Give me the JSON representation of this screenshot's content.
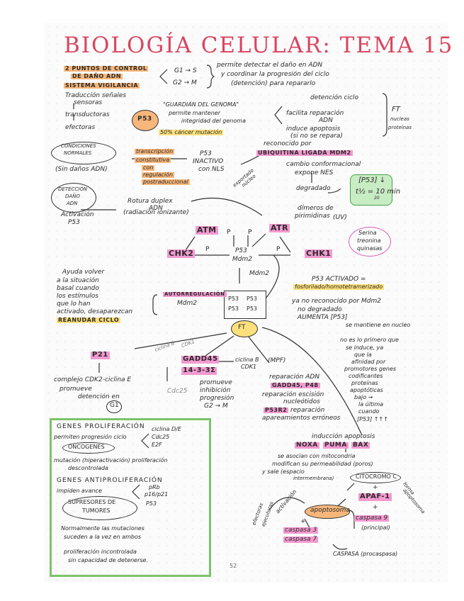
{
  "title": "BIOLOGÍA CELULAR: TEMA 15",
  "header": {
    "line1": "2 PUNTOS de CONTROL",
    "line2": "DE DAÑO ADN",
    "line3": "SISTEMA VIGILANCIA",
    "g1s": "G1 → S",
    "g2m": "G2 → M",
    "desc1": "permite detectar el daño en ADN",
    "desc2": "y coordinar la progresión del ciclo",
    "desc3": "(detención) para repararlo"
  },
  "signal": {
    "l1": "Traducción señales",
    "l2": "sensoras",
    "l3": "transductoras",
    "l4": "efectoras"
  },
  "p53": {
    "label": "P53",
    "g1": "\"GUARDIÁN DEL GENOMA\"",
    "g2": "permite mantener",
    "g3": "integridad del genoma",
    "g4": "50% cáncer mutación",
    "o1": "detención ciclo",
    "o2": "facilita reparación",
    "o2b": "ADN",
    "o3": "induce apoptosis",
    "o3b": "(si no se repara)",
    "ft1": "FT",
    "ft2": "nucleas",
    "ft3": "proteínas"
  },
  "normal": {
    "c1": "CONDICIONES",
    "c2": "NORMALES",
    "c3": "(Sin daños ADN)",
    "t1": "transcripción",
    "t2": "constitutiva",
    "t3": "con",
    "t4": "regulación",
    "t5": "postraduccional",
    "p1": "P53",
    "p2": "INACTIVO",
    "p3": "con NLS",
    "exp1": "exportado",
    "exp2": "núcleo",
    "r1": "reconocido por",
    "r2": "UBIQUITINA LIGADA Mdm2",
    "r3": "cambio conformacional",
    "r4": "expone NES",
    "r5": "degradado",
    "half1": "[P53] ↓",
    "half2": "t½ = 10 min",
    "half3": "20"
  },
  "detect": {
    "d1": "DETECCIÓN",
    "d2": "DAÑO",
    "d3": "ADN",
    "d4": "Activación",
    "d5": "P53",
    "rot1": "Rotura duplex",
    "rot2": "ADN",
    "rot3": "(radiación ionizante)",
    "dim1": "dímeros de",
    "dim2": "pirimidinas",
    "dim3": "(UV)",
    "atm": "ATM",
    "atr": "ATR",
    "chk2": "Chk2",
    "chk1": "Chk1",
    "p": "P",
    "p53": "P53",
    "mdm2": "Mdm2",
    "sk1": "Serina",
    "sk2": "treonina",
    "sk3": "quinasas",
    "mdm2b": "Mdm2"
  },
  "tetramer": {
    "cell": "P53",
    "ft": "FT",
    "ap1": "Ayuda volver",
    "ap2": "a la situación",
    "ap3": "basal cuando",
    "ap4": "los estímulos",
    "ap5": "que lo han",
    "ap6": "activado, desaparezcan",
    "ap7": "REANUDAR CICLO",
    "auto1": "AUTORREGULACIÓN",
    "auto2": "Mdm2",
    "act1": "P53 ACTIVADO =",
    "act2": "fosforilado/homotetramerizado",
    "act3": "ya no reconocido por Mdm2",
    "act4": "no degradado",
    "act5": "AUMENTA [P53]",
    "act6": "se mantiene en nucleo"
  },
  "effects": {
    "p21": "P21",
    "p21a": "complejo CDK2-ciclina E",
    "p21b": "promueve",
    "p21c": "detención en",
    "p21d": "G1",
    "cicB": "ciclina B",
    "cdk1a": "CDK1",
    "gadd": "GADD45",
    "g1433": "14-3-3σ",
    "cdc25": "Cdc25",
    "ciclina": "ciclina B",
    "cdk1": "CDK1",
    "mpf": "(MPF)",
    "prom1": "promueve",
    "prom2": "inhibición",
    "prom3": "progresión",
    "prom4": "G2 → M",
    "rep1": "reparación ADN",
    "rep2": "GADD45, P48",
    "rep3": "reparación escisión",
    "rep4": "nucleótidos",
    "rep5": "P53R2",
    "rep6": "reparación",
    "rep7": "apareamientos erróneos",
    "ni1": "no es lo primero que",
    "ni2": "se induce, ya",
    "ni3": "que la",
    "ni4": "afinidad por",
    "ni5": "promotores genes",
    "ni6": "codificantes",
    "ni7": "proteínas",
    "ni8": "apoptóticas",
    "ni9": "bajo →",
    "ni10": "la última",
    "ni11": "cuando",
    "ni12": "[P53] ↑↑↑"
  },
  "genes": {
    "g1": "GENES PROLIFERACIÓN",
    "g2": "permiten progresión ciclo",
    "g3": "ONCOGENES",
    "g4": "ciclina D/E",
    "g5": "Cdc25",
    "g6": "E2F",
    "g7": "mutación (hiperactivación) proliferación",
    "g8": "descontrolada",
    "a1": "GENES ANTIPROLIFERACIÓN",
    "a2": "impiden avance",
    "a3": "pRb",
    "a4": "p16/p21",
    "a5": "P53",
    "a6": "SUPRESORES DE",
    "a7": "TUMORES",
    "n1": "Normalmente las mutaciones",
    "n2": "suceden a la vez en ambos",
    "n3": "proliferación incontrolada",
    "n4": "sin capacidad de detenerse."
  },
  "apoptosis": {
    "i1": "inducción apoptosis",
    "noxa": "NOXA",
    "puma": "PUMA",
    "bax": "Bax",
    "i2": "se asocian con mitocondria",
    "i3": "modifican su permeabilidad (poros)",
    "i4": "y sale (espacio",
    "i5": "intermembrana)",
    "cito": "CITOCROMO C",
    "plus": "+",
    "apaf": "Apaf-1",
    "casp9": "caspasa 9",
    "princ": "(principal)",
    "apopto": "apoptosoma",
    "act": "activación",
    "casp3": "caspasa 3",
    "casp7": "caspasa 7",
    "efect": "efectoras",
    "ejec": "ejecutoras",
    "final": "CASPASA (procaspasa)",
    "form1": "forma",
    "form2": "apoptosoma"
  },
  "page_number": "52"
}
